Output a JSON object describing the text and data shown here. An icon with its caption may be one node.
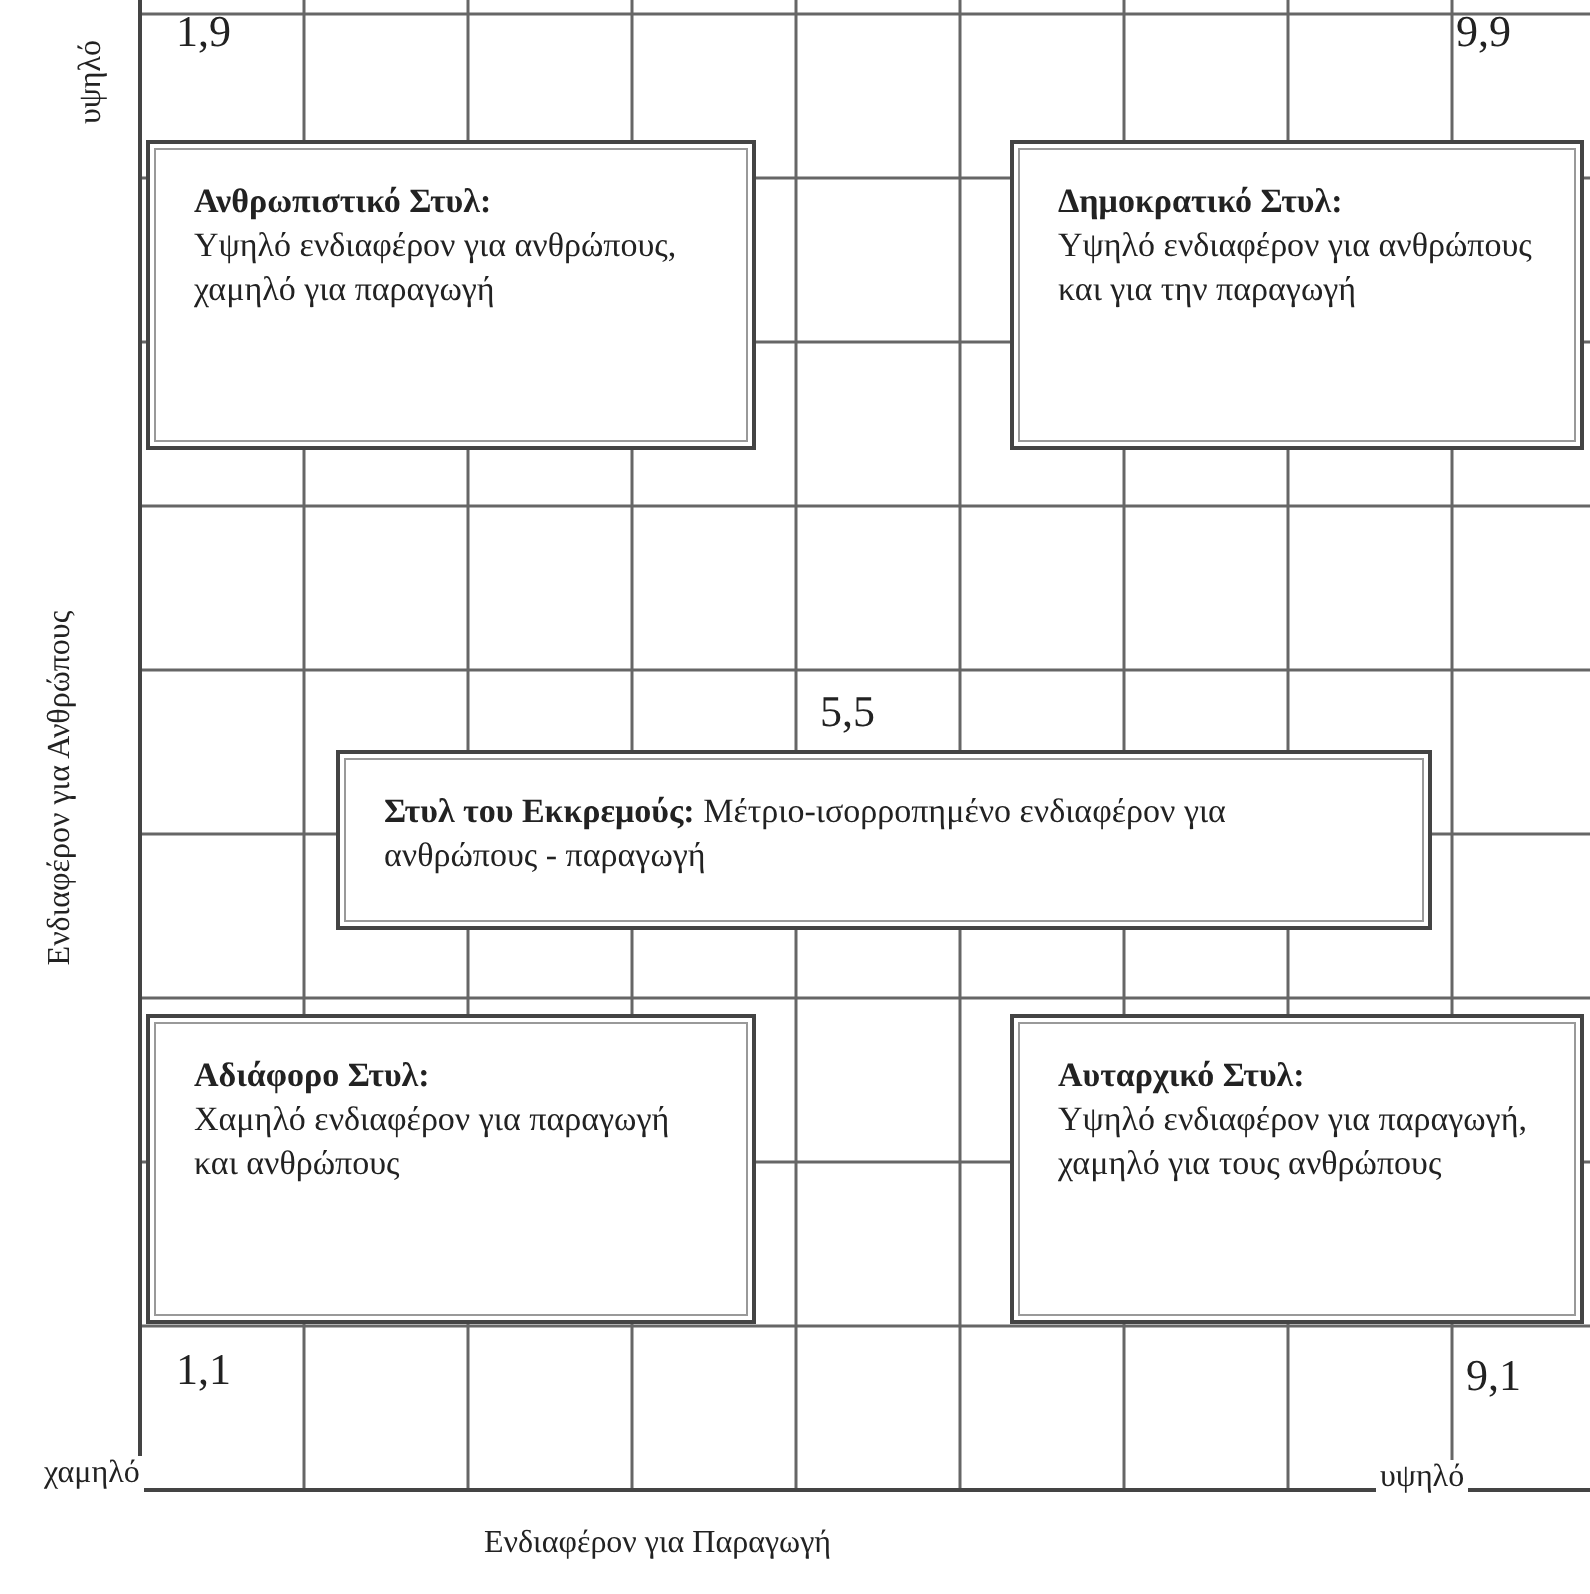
{
  "diagram": {
    "nodes": [
      {
        "text": [
          "Ανθρωπιστικό Στυλ:",
          "Υψηλό ενδιαφέρον για ανθρώπους, χαμηλό για παραγωγή"
        ],
        "beside": [
          "1,9"
        ]
      },
      {
        "text": [
          "Δημοκρατικό Στυλ:",
          "Υψηλό ενδιαφέρον για ανθρώπους και για την παραγωγή"
        ],
        "beside": [
          "9,9"
        ]
      },
      {
        "text": [
          "Στυλ του Εκκρεμούς:",
          "Μέτριο-ισορροπημένο ενδιαφέρον για ανθρώπους - παραγωγή"
        ],
        "beside": [
          "5,5"
        ]
      },
      {
        "text": [
          "Αδιάφορο Στυλ:",
          "Χαμηλό ενδιαφέρον για παραγωγή και ανθρώπους"
        ],
        "beside": [
          "1,1"
        ]
      },
      {
        "text": [
          "Αυταρχικό Στυλ:",
          "Υψηλό ενδιαφέρον για παραγωγή, χαμηλό για τους ανθρώπους"
        ],
        "beside": [
          "9,1"
        ]
      }
    ],
    "labels": [
      "υψηλό",
      "Ενδιαφέρον για Ανθρώπους",
      "χαμηλό",
      "Ενδιαφέρον για Παραγωγή",
      "υψηλό"
    ]
  }
}
